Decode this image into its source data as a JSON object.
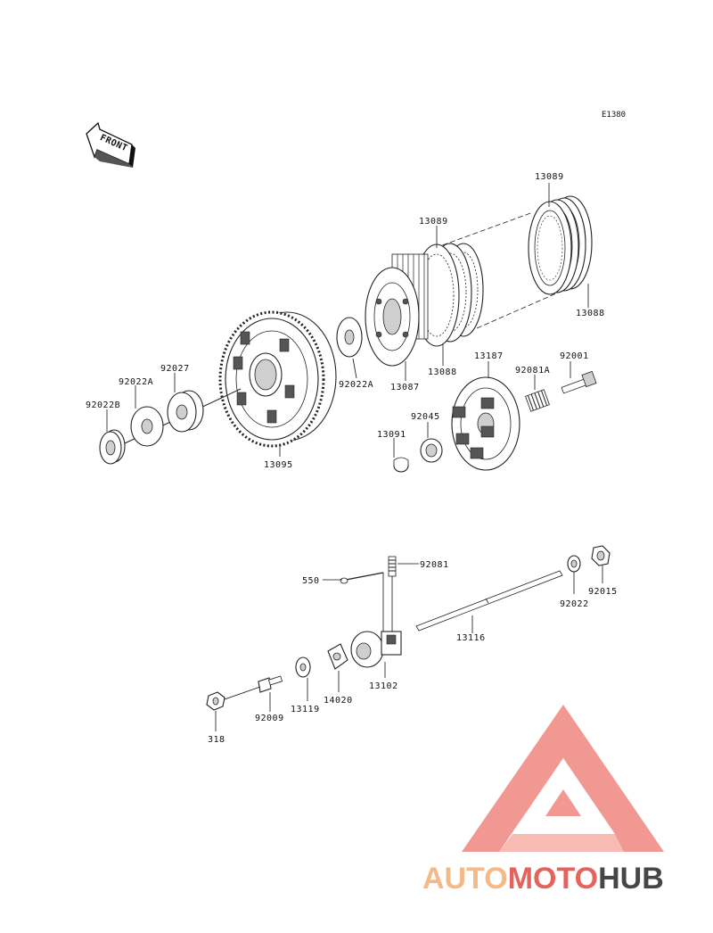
{
  "diagram": {
    "code": "E1380",
    "front_label": "FRONT",
    "parts": {
      "p13089_top": "13089",
      "p13089_mid": "13089",
      "p13088_right": "13088",
      "p13088_mid": "13088",
      "p13087": "13087",
      "p13187": "13187",
      "p92001": "92001",
      "p92081A": "92081A",
      "p92045": "92045",
      "p13091": "13091",
      "p92022A_right": "92022A",
      "p13095": "13095",
      "p92027": "92027",
      "p92022A_left": "92022A",
      "p92022B": "92022B",
      "p550": "550",
      "p92081": "92081",
      "p13116": "13116",
      "p92022": "92022",
      "p92015": "92015",
      "p13102": "13102",
      "p14020": "14020",
      "p13119": "13119",
      "p92009": "92009",
      "p318": "318"
    }
  },
  "watermark": {
    "part1": "AUTO",
    "part2": "MOTO",
    "part3": "HUB",
    "colors": {
      "orange": "#f5b27a",
      "red": "#e2534b",
      "dark": "#333333"
    }
  }
}
